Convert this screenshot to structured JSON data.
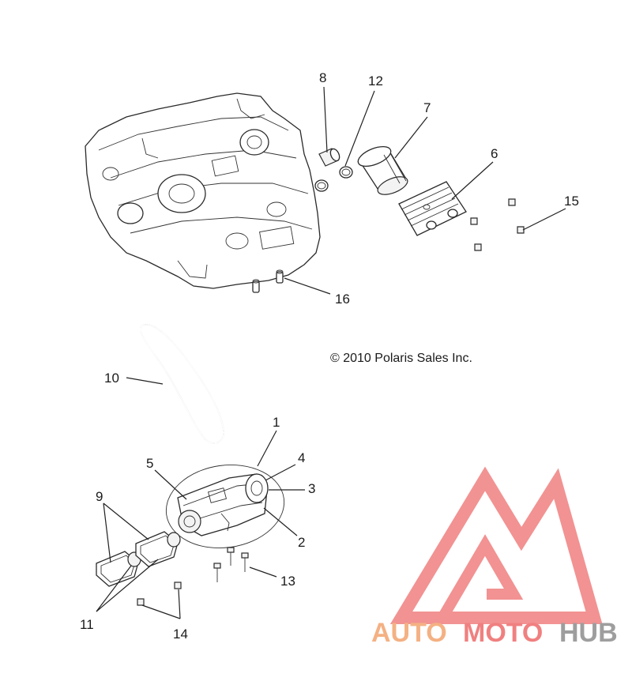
{
  "copyright": "© 2010 Polaris Sales Inc.",
  "callouts": {
    "c1": "1",
    "c2": "2",
    "c3": "3",
    "c4": "4",
    "c5": "5",
    "c6": "6",
    "c7": "7",
    "c8": "8",
    "c9": "9",
    "c10": "10",
    "c11": "11",
    "c12": "12",
    "c13": "13",
    "c14": "14",
    "c15": "15",
    "c16": "16"
  },
  "watermark": {
    "part1": "AUTO",
    "part2": "MOTO",
    "part3": "HUB",
    "color_primary": "#f4b183",
    "color_secondary": "#f08080",
    "color_tertiary": "#9e9e9e"
  }
}
